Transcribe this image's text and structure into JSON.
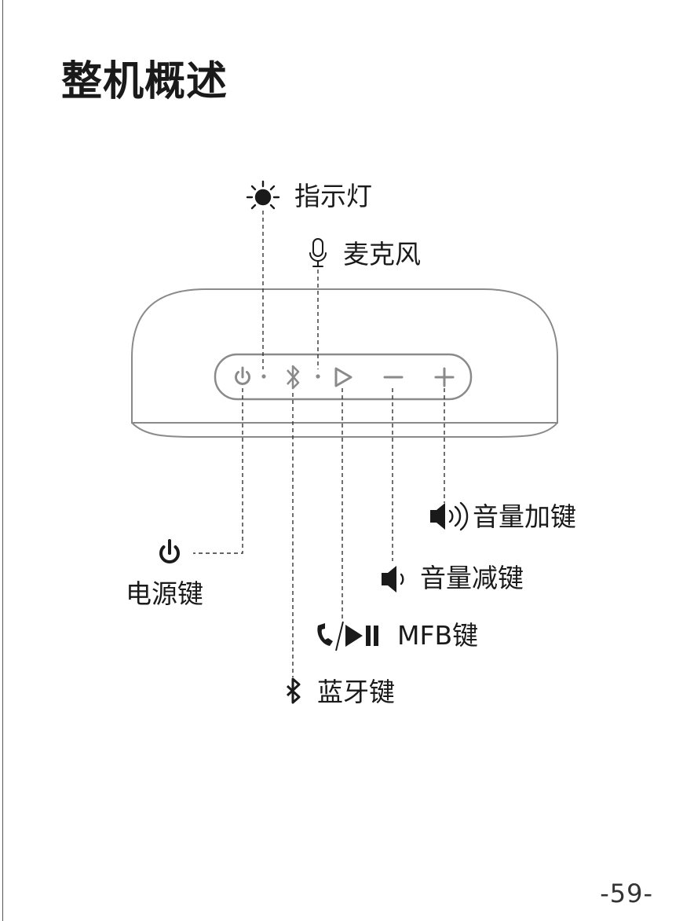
{
  "page": {
    "title": "整机概述",
    "page_number": "-59-"
  },
  "callouts": {
    "indicator_light": "指示灯",
    "microphone": "麦克风",
    "volume_up_key": "音量加键",
    "power_key": "电源键",
    "volume_down_key": "音量减键",
    "mfb_key": "MFB键",
    "bluetooth_key": "蓝牙键"
  },
  "icons": [
    "sun-indicator-icon",
    "microphone-icon",
    "power-icon",
    "bluetooth-icon",
    "play-icon",
    "minus-icon",
    "plus-icon",
    "speaker-loud-icon",
    "speaker-quiet-icon",
    "phone-icon",
    "play-pause-icon"
  ],
  "colors": {
    "ink": "#1a1a1a",
    "device_outline": "#8a8a8a"
  }
}
